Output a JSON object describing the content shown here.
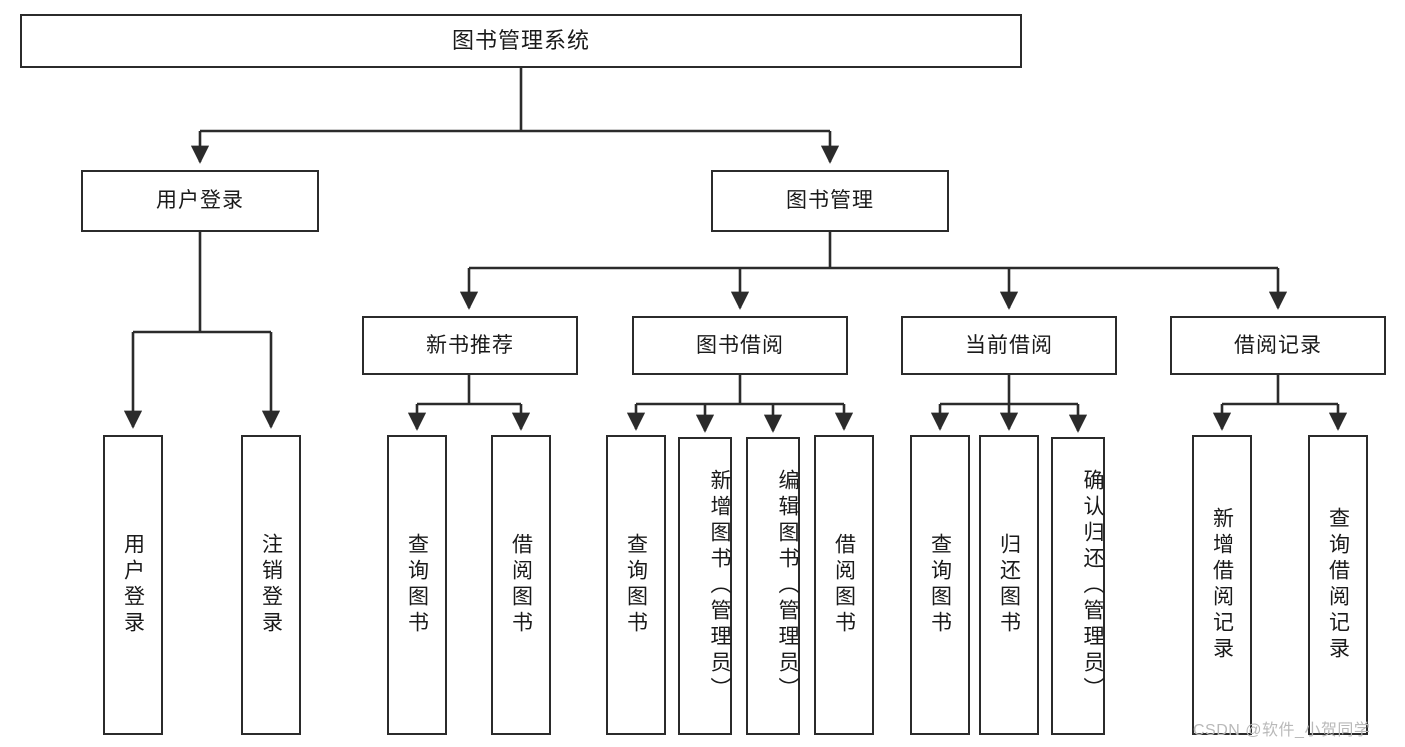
{
  "diagram": {
    "type": "tree-hierarchy",
    "title": "图书管理系统",
    "orientation": "top-down",
    "stroke_color": "#2b2b2b",
    "background_color": "#ffffff",
    "levels": 4
  },
  "nodes": {
    "root": {
      "label": "图书管理系统",
      "level": 0
    },
    "level1": [
      {
        "id": "user-login",
        "label": "用户登录"
      },
      {
        "id": "book-management",
        "label": "图书管理"
      }
    ],
    "level2": [
      {
        "id": "new-book-recommend",
        "label": "新书推荐",
        "parent": "book-management"
      },
      {
        "id": "book-borrow",
        "label": "图书借阅",
        "parent": "book-management"
      },
      {
        "id": "current-borrow",
        "label": "当前借阅",
        "parent": "book-management"
      },
      {
        "id": "borrow-record",
        "label": "借阅记录",
        "parent": "book-management"
      }
    ],
    "leaves": {
      "user_login": [
        {
          "id": "leaf-user-login",
          "label": "用户登录"
        },
        {
          "id": "leaf-user-logout",
          "label": "注销登录"
        }
      ],
      "new_book_recommend": [
        {
          "id": "leaf-query-book-1",
          "label": "查询图书"
        },
        {
          "id": "leaf-borrow-book-1",
          "label": "借阅图书"
        }
      ],
      "book_borrow": [
        {
          "id": "leaf-query-book-2",
          "label": "查询图书"
        },
        {
          "id": "leaf-add-book",
          "label": "新增图书（管理员）"
        },
        {
          "id": "leaf-edit-book",
          "label": "编辑图书（管理员）"
        },
        {
          "id": "leaf-borrow-book-2",
          "label": "借阅图书"
        }
      ],
      "current_borrow": [
        {
          "id": "leaf-query-book-3",
          "label": "查询图书"
        },
        {
          "id": "leaf-return-book",
          "label": "归还图书"
        },
        {
          "id": "leaf-confirm-return",
          "label": "确认归还（管理员）"
        }
      ],
      "borrow_record": [
        {
          "id": "leaf-add-record",
          "label": "新增借阅记录"
        },
        {
          "id": "leaf-query-record",
          "label": "查询借阅记录"
        }
      ]
    }
  },
  "watermark": {
    "text": "CSDN @软件_小贺同学"
  }
}
